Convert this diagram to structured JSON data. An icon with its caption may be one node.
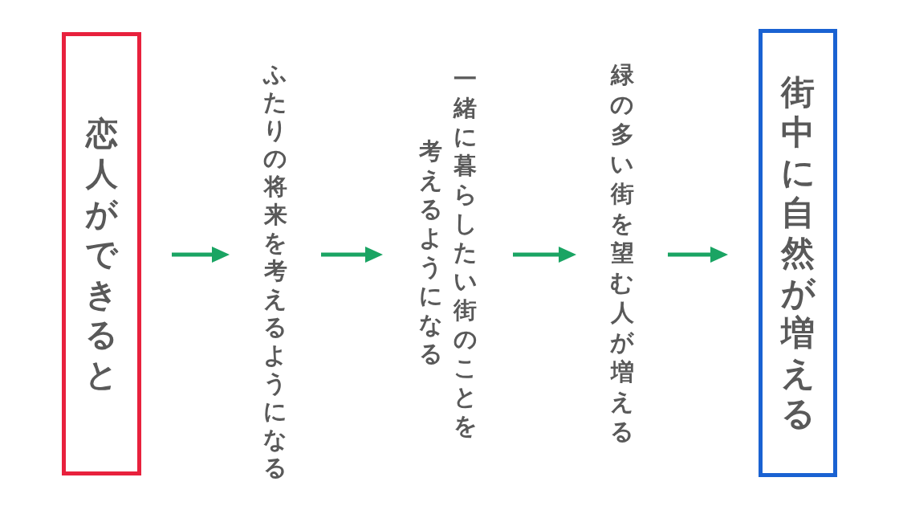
{
  "diagram": {
    "nodes": [
      {
        "text": [
          "恋人ができると"
        ]
      },
      {
        "text": [
          "ふたりの将来を考えるようになる"
        ]
      },
      {
        "text": [
          "一緒に暮らしたい街のことを考えるようになる"
        ]
      },
      {
        "text": [
          "緑の多い街を望む人が増える"
        ]
      },
      {
        "text": [
          "街中に自然が増える"
        ]
      }
    ],
    "edges": [
      {
        "from": 0,
        "to": 1,
        "arrow": "to"
      },
      {
        "from": 1,
        "to": 2,
        "arrow": "to"
      },
      {
        "from": 2,
        "to": 3,
        "arrow": "to"
      },
      {
        "from": 3,
        "to": 4,
        "arrow": "to"
      }
    ]
  }
}
